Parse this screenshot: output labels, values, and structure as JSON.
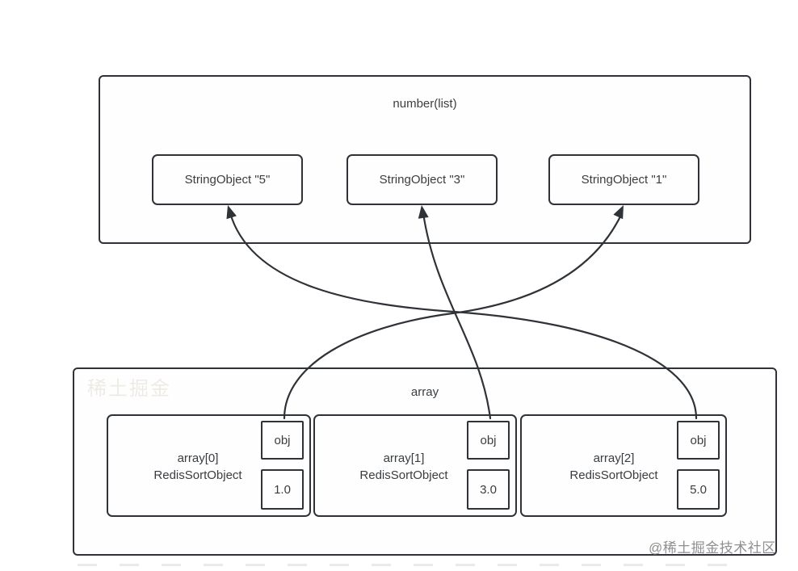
{
  "diagram": {
    "top_group": {
      "title": "number(list)",
      "nodes": [
        {
          "label": "StringObject \"5\""
        },
        {
          "label": "StringObject \"3\""
        },
        {
          "label": "StringObject \"1\""
        }
      ]
    },
    "bottom_group": {
      "title": "array",
      "nodes": [
        {
          "index": "array[0]",
          "type": "RedisSortObject",
          "pointer": "obj",
          "score": "1.0"
        },
        {
          "index": "array[1]",
          "type": "RedisSortObject",
          "pointer": "obj",
          "score": "3.0"
        },
        {
          "index": "array[2]",
          "type": "RedisSortObject",
          "pointer": "obj",
          "score": "5.0"
        }
      ]
    },
    "arrows": [
      {
        "from": "array[0].obj",
        "to": "StringObject \"1\""
      },
      {
        "from": "array[1].obj",
        "to": "StringObject \"3\""
      },
      {
        "from": "array[2].obj",
        "to": "StringObject \"5\""
      }
    ],
    "watermark": "@稀土掘金技术社区",
    "ghost_watermark": "稀土掘金",
    "colors": {
      "line": "#2f3337",
      "text": "#3a3d40",
      "watermark": "#8f8f8f",
      "background": "#ffffff"
    }
  }
}
